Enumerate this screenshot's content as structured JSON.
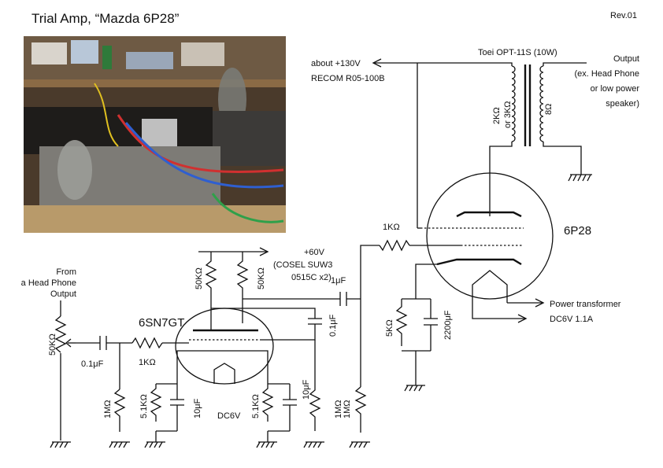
{
  "title": "Trial Amp, “Mazda 6P28”",
  "revision": "Rev.01",
  "supply_b": {
    "voltage": "about +130V",
    "part": "RECOM R05-100B"
  },
  "transformer": {
    "name": "Toei OPT-11S (10W)",
    "primary": "2KΩ",
    "primary_alt": "or 3KΩ",
    "secondary": "8Ω"
  },
  "output": {
    "line1": "Output",
    "line2": "(ex. Head Phone",
    "line3": "or low power",
    "line4": "speaker)"
  },
  "tube_power": "6P28",
  "tube_driver": "6SN7GT",
  "supply_60": {
    "voltage": "+60V",
    "part1": "(COSEL SUW3",
    "part2": "0515C x2)"
  },
  "input": {
    "line1": "From",
    "line2": "a Head Phone",
    "line3": "Output"
  },
  "heater": {
    "label1": "Power transformer",
    "label2": "DC6V 1.1A",
    "driver": "DC6V"
  },
  "components": {
    "vol": "50KΩ",
    "cin": "0.1μF",
    "rgrid_in": "1KΩ",
    "rgrid_in_leak": "1MΩ",
    "rload1": "50KΩ",
    "rload2": "50KΩ",
    "ccouple": "1μF",
    "cbypass_mid": "0.1μF",
    "rk1": "5.1KΩ",
    "ck1": "10μF",
    "rk2": "5.1KΩ",
    "ck2": "10μF",
    "rleak2": "1MΩ",
    "rleak3": "1MΩ",
    "rstop": "1KΩ",
    "rk_out": "5KΩ",
    "ck_out": "2200μF"
  }
}
